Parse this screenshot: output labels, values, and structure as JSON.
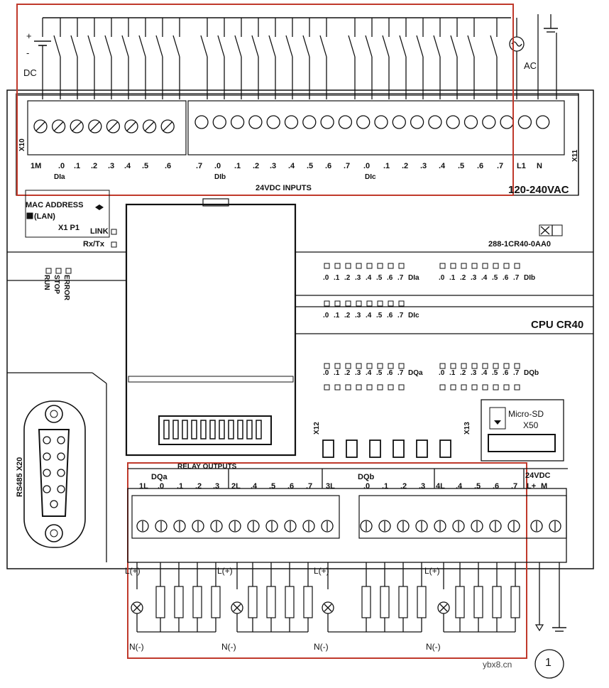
{
  "top_supply": {
    "dc_plus": "+",
    "dc_minus": "-",
    "dc_label": "DC",
    "ac_label": "AC"
  },
  "top_terminal": {
    "left_strip_label": "X10",
    "right_strip_label": "X11",
    "terminal_labels": [
      "1M",
      ".0",
      ".1",
      ".2",
      ".3",
      ".4",
      ".5",
      ".6",
      ".7",
      ".0",
      ".1",
      ".2",
      ".3",
      ".4",
      ".5",
      ".6",
      ".7",
      ".0",
      ".1",
      ".2",
      ".3",
      ".4",
      ".5",
      ".6",
      ".7"
    ],
    "group_labels": [
      "DIa",
      "DIb",
      "DIc"
    ],
    "power_labels": [
      "L1",
      "N"
    ],
    "inputs_label": "24VDC INPUTS",
    "ac_rating": "120-240VAC"
  },
  "left_panel": {
    "mac_address": "MAC ADDRESS",
    "lan": "(LAN)",
    "port": "X1 P1",
    "link": "LINK",
    "rx_tx": "Rx/Tx",
    "status": [
      "RUN",
      "STOP",
      "ERROR"
    ]
  },
  "right_panel": {
    "order_number": "288-1CR40-0AA0",
    "cpu_model": "CPU CR40",
    "led_rows": [
      {
        "bits": [
          ".0",
          ".1",
          ".2",
          ".3",
          ".4",
          ".5",
          ".6",
          ".7"
        ],
        "group": "DIa"
      },
      {
        "bits": [
          ".0",
          ".1",
          ".2",
          ".3",
          ".4",
          ".5",
          ".6",
          ".7"
        ],
        "group": "DIb"
      },
      {
        "bits": [
          ".0",
          ".1",
          ".2",
          ".3",
          ".4",
          ".5",
          ".6",
          ".7"
        ],
        "group": "DIc"
      },
      {
        "bits": [
          ".0",
          ".1",
          ".2",
          ".3",
          ".4",
          ".5",
          ".6",
          ".7"
        ],
        "group": "DQa"
      },
      {
        "bits": [
          ".0",
          ".1",
          ".2",
          ".3",
          ".4",
          ".5",
          ".6",
          ".7"
        ],
        "group": "DQb"
      }
    ],
    "x12": "X12",
    "x13": "X13",
    "microsd": "Micro-SD",
    "x50": "X50"
  },
  "rs485": {
    "label": "RS485 X20"
  },
  "bottom_terminal": {
    "relay_outputs": "RELAY OUTPUTS",
    "dqa": "DQa",
    "dqb": "DQb",
    "labels": [
      "1L",
      ".0",
      ".1",
      ".2",
      ".3",
      "2L",
      ".4",
      ".5",
      ".6",
      ".7",
      "3L",
      ".0",
      ".1",
      ".2",
      ".3",
      "4L",
      ".4",
      ".5",
      ".6",
      ".7"
    ],
    "sensor_out": "24VDC",
    "sensor_pins": [
      "L+",
      "M"
    ]
  },
  "load_wiring": {
    "l_plus": "L(+)",
    "n_minus": "N(-)"
  },
  "watermark": "ybx8.cn",
  "figure_number": "1",
  "colors": {
    "line": "#111111",
    "highlight": "#c0392b",
    "background": "#ffffff"
  }
}
